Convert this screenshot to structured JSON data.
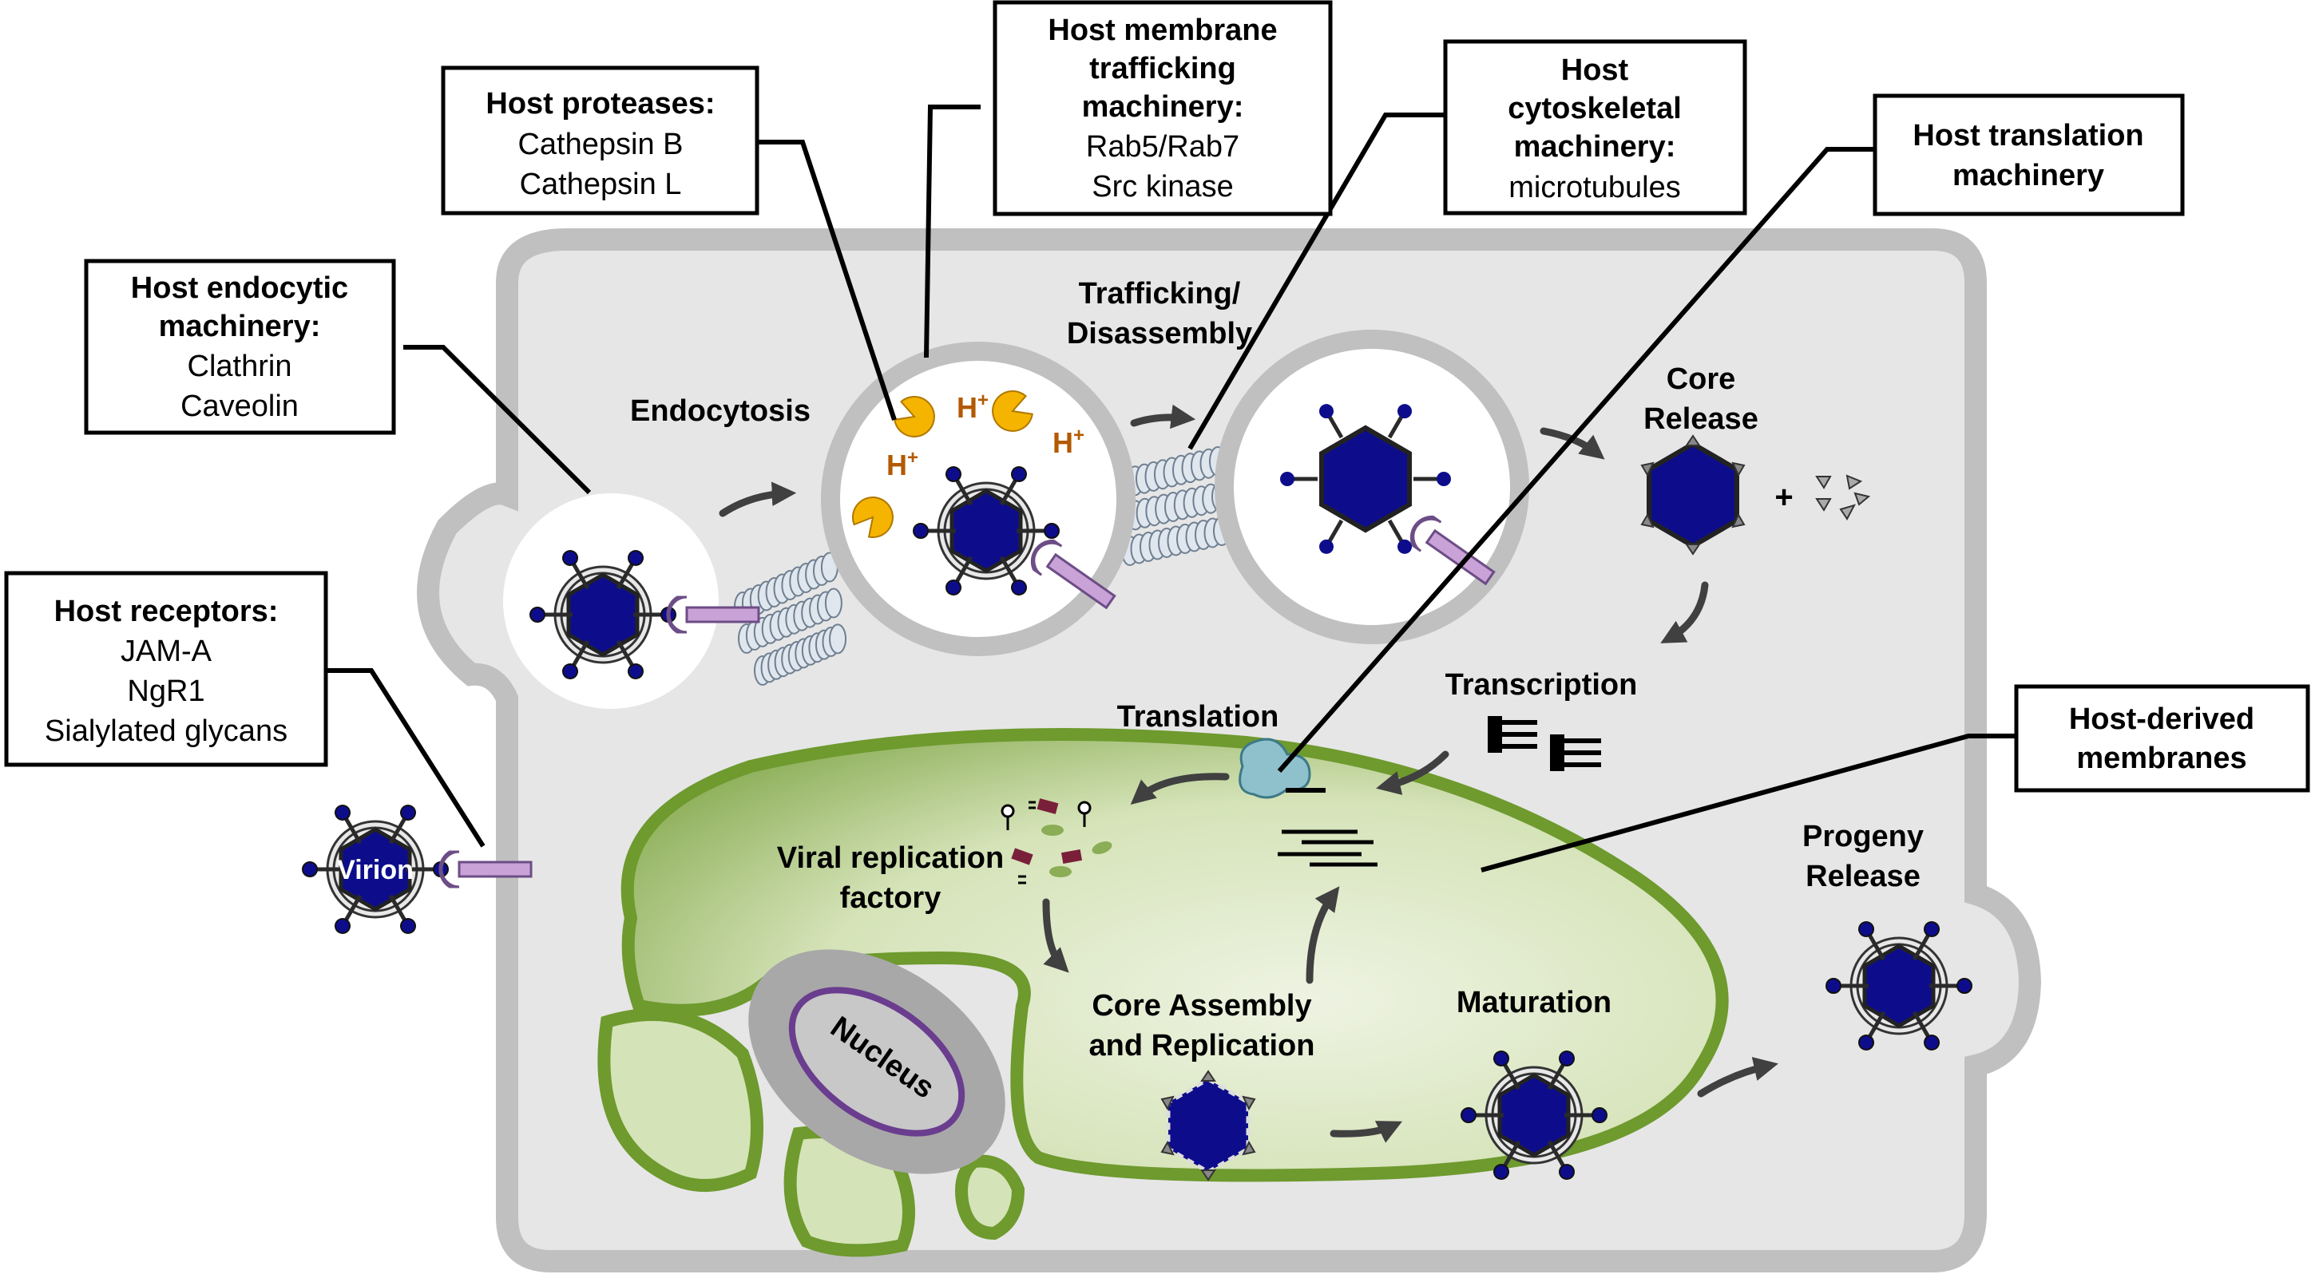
{
  "callouts": {
    "proteases": {
      "title": "Host proteases:",
      "lines": [
        "Cathepsin B",
        "Cathepsin L"
      ]
    },
    "trafficking": {
      "title_lines": [
        "Host membrane",
        "trafficking",
        "machinery:"
      ],
      "lines": [
        "Rab5/Rab7",
        "Src kinase"
      ]
    },
    "cytoskeletal": {
      "title_lines": [
        "Host",
        "cytoskeletal",
        "machinery:"
      ],
      "lines": [
        "microtubules"
      ]
    },
    "translation": {
      "title_lines": [
        "Host translation",
        "machinery"
      ]
    },
    "endocytic": {
      "title_lines": [
        "Host endocytic",
        "machinery:"
      ],
      "lines": [
        "Clathrin",
        "Caveolin"
      ]
    },
    "receptors": {
      "title": "Host receptors:",
      "lines": [
        "JAM-A",
        "NgR1",
        "Sialylated glycans"
      ]
    },
    "membranes": {
      "title_lines": [
        "Host-derived",
        "membranes"
      ]
    }
  },
  "steps": {
    "endocytosis": "Endocytosis",
    "trafficking": [
      "Trafficking/",
      "Disassembly"
    ],
    "core_release": [
      "Core",
      "Release"
    ],
    "transcription": "Transcription",
    "translation": "Translation",
    "factory": [
      "Viral replication",
      "factory"
    ],
    "core_assembly": [
      "Core Assembly",
      "and Replication"
    ],
    "maturation": "Maturation",
    "progeny": [
      "Progeny",
      "Release"
    ]
  },
  "labels": {
    "nucleus": "Nucleus",
    "virion": "Virion",
    "proton": "H",
    "proton_sup": "+",
    "plus": "+"
  },
  "colors": {
    "cell_fill": "#e6e6e6",
    "cell_outline": "#c0c0c0",
    "virus_core": "#0d0d8c",
    "factory_outline": "#6e9a2e",
    "factory_fill": "#c7d8a4",
    "receptor": "#c9a3d8",
    "protease": "#f5b400",
    "ribosome": "#8fc1cc",
    "proton_text": "#b35900"
  }
}
